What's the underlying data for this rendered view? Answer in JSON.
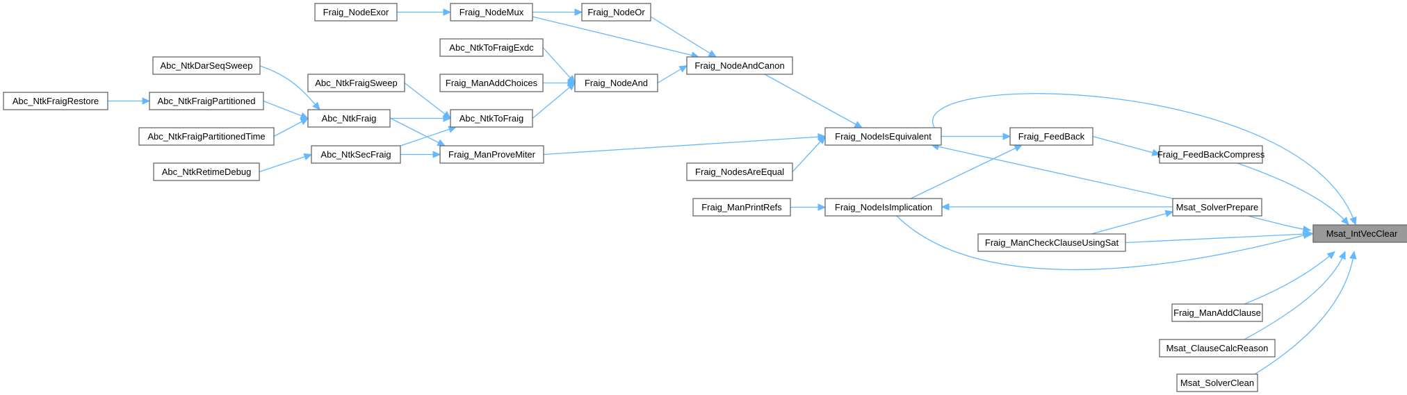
{
  "diagram": {
    "type": "call-graph",
    "colors": {
      "edge": "#63b8ff",
      "node_border": "#666666",
      "root_fill": "#999999",
      "node_fill": "#ffffff"
    },
    "nodes": {
      "msat_intvecclear": "Msat_IntVecClear",
      "fraig_nodeisequivalent": "Fraig_NodeIsEquivalent",
      "fraig_feedbackcompress": "Fraig_FeedBackCompress",
      "msat_solverprepare": "Msat_SolverPrepare",
      "fraig_mancheckclauseusingsat": "Fraig_ManCheckClauseUsingSat",
      "fraig_nodeisimplication": "Fraig_NodeIsImplication",
      "fraig_manaddclause": "Fraig_ManAddClause",
      "msat_clausecalcreason": "Msat_ClauseCalcReason",
      "msat_solverclean": "Msat_SolverClean",
      "fraig_nodeandcanon": "Fraig_NodeAndCanon",
      "fraig_manprovemiter": "Fraig_ManProveMiter",
      "fraig_nodesareequal": "Fraig_NodesAreEqual",
      "fraig_feedback": "Fraig_FeedBack",
      "fraig_manprintrefs": "Fraig_ManPrintRefs",
      "fraig_nodeand": "Fraig_NodeAnd",
      "fraig_nodemux": "Fraig_NodeMux",
      "fraig_nodeor": "Fraig_NodeOr",
      "fraig_nodeexor": "Fraig_NodeExor",
      "abc_ntktofraigexdc": "Abc_NtkToFraigExdc",
      "fraig_manaddchoices": "Fraig_ManAddChoices",
      "abc_ntktofraig": "Abc_NtkToFraig",
      "abc_ntkfraigsweep": "Abc_NtkFraigSweep",
      "abc_ntkfraig": "Abc_NtkFraig",
      "abc_ntksecfraig": "Abc_NtkSecFraig",
      "abc_ntkdarseqsweep": "Abc_NtkDarSeqSweep",
      "abc_ntkfraigpartitioned": "Abc_NtkFraigPartitioned",
      "abc_ntkfraigpartitionedtime": "Abc_NtkFraigPartitionedTime",
      "abc_ntkretimedebug": "Abc_NtkRetimeDebug",
      "abc_ntkfraigrestore": "Abc_NtkFraigRestore"
    },
    "edges": [
      [
        "fraig_nodeisequivalent",
        "msat_intvecclear"
      ],
      [
        "fraig_feedbackcompress",
        "msat_intvecclear"
      ],
      [
        "msat_solverprepare",
        "msat_intvecclear"
      ],
      [
        "fraig_mancheckclauseusingsat",
        "msat_intvecclear"
      ],
      [
        "fraig_nodeisimplication",
        "msat_intvecclear"
      ],
      [
        "fraig_manaddclause",
        "msat_intvecclear"
      ],
      [
        "msat_clausecalcreason",
        "msat_intvecclear"
      ],
      [
        "msat_solverclean",
        "msat_intvecclear"
      ],
      [
        "fraig_nodeandcanon",
        "fraig_nodeisequivalent"
      ],
      [
        "fraig_manprovemiter",
        "fraig_nodeisequivalent"
      ],
      [
        "fraig_nodesareequal",
        "fraig_nodeisequivalent"
      ],
      [
        "fraig_feedback",
        "fraig_feedbackcompress"
      ],
      [
        "fraig_nodeisequivalent",
        "fraig_feedback"
      ],
      [
        "fraig_nodeisimplication",
        "fraig_feedback"
      ],
      [
        "msat_solverprepare",
        "fraig_nodeisequivalent"
      ],
      [
        "msat_solverprepare",
        "fraig_nodeisimplication"
      ],
      [
        "fraig_mancheckclauseusingsat",
        "msat_solverprepare"
      ],
      [
        "fraig_manprintrefs",
        "fraig_nodeisimplication"
      ],
      [
        "fraig_nodeand",
        "fraig_nodeandcanon"
      ],
      [
        "fraig_nodemux",
        "fraig_nodeandcanon"
      ],
      [
        "fraig_nodeor",
        "fraig_nodeandcanon"
      ],
      [
        "fraig_nodeexor",
        "fraig_nodemux"
      ],
      [
        "fraig_nodemux",
        "fraig_nodeor"
      ],
      [
        "abc_ntktofraigexdc",
        "fraig_nodeand"
      ],
      [
        "fraig_manaddchoices",
        "fraig_nodeand"
      ],
      [
        "abc_ntktofraig",
        "fraig_nodeand"
      ],
      [
        "abc_ntkfraigsweep",
        "abc_ntktofraig"
      ],
      [
        "abc_ntkfraig",
        "abc_ntktofraig"
      ],
      [
        "abc_ntksecfraig",
        "abc_ntktofraig"
      ],
      [
        "abc_ntkfraig",
        "fraig_manprovemiter"
      ],
      [
        "abc_ntksecfraig",
        "fraig_manprovemiter"
      ],
      [
        "abc_ntkdarseqsweep",
        "abc_ntkfraig"
      ],
      [
        "abc_ntkfraigpartitioned",
        "abc_ntkfraig"
      ],
      [
        "abc_ntkfraigpartitionedtime",
        "abc_ntkfraig"
      ],
      [
        "abc_ntkretimedebug",
        "abc_ntksecfraig"
      ],
      [
        "abc_ntkfraigrestore",
        "abc_ntkfraigpartitioned"
      ]
    ]
  }
}
